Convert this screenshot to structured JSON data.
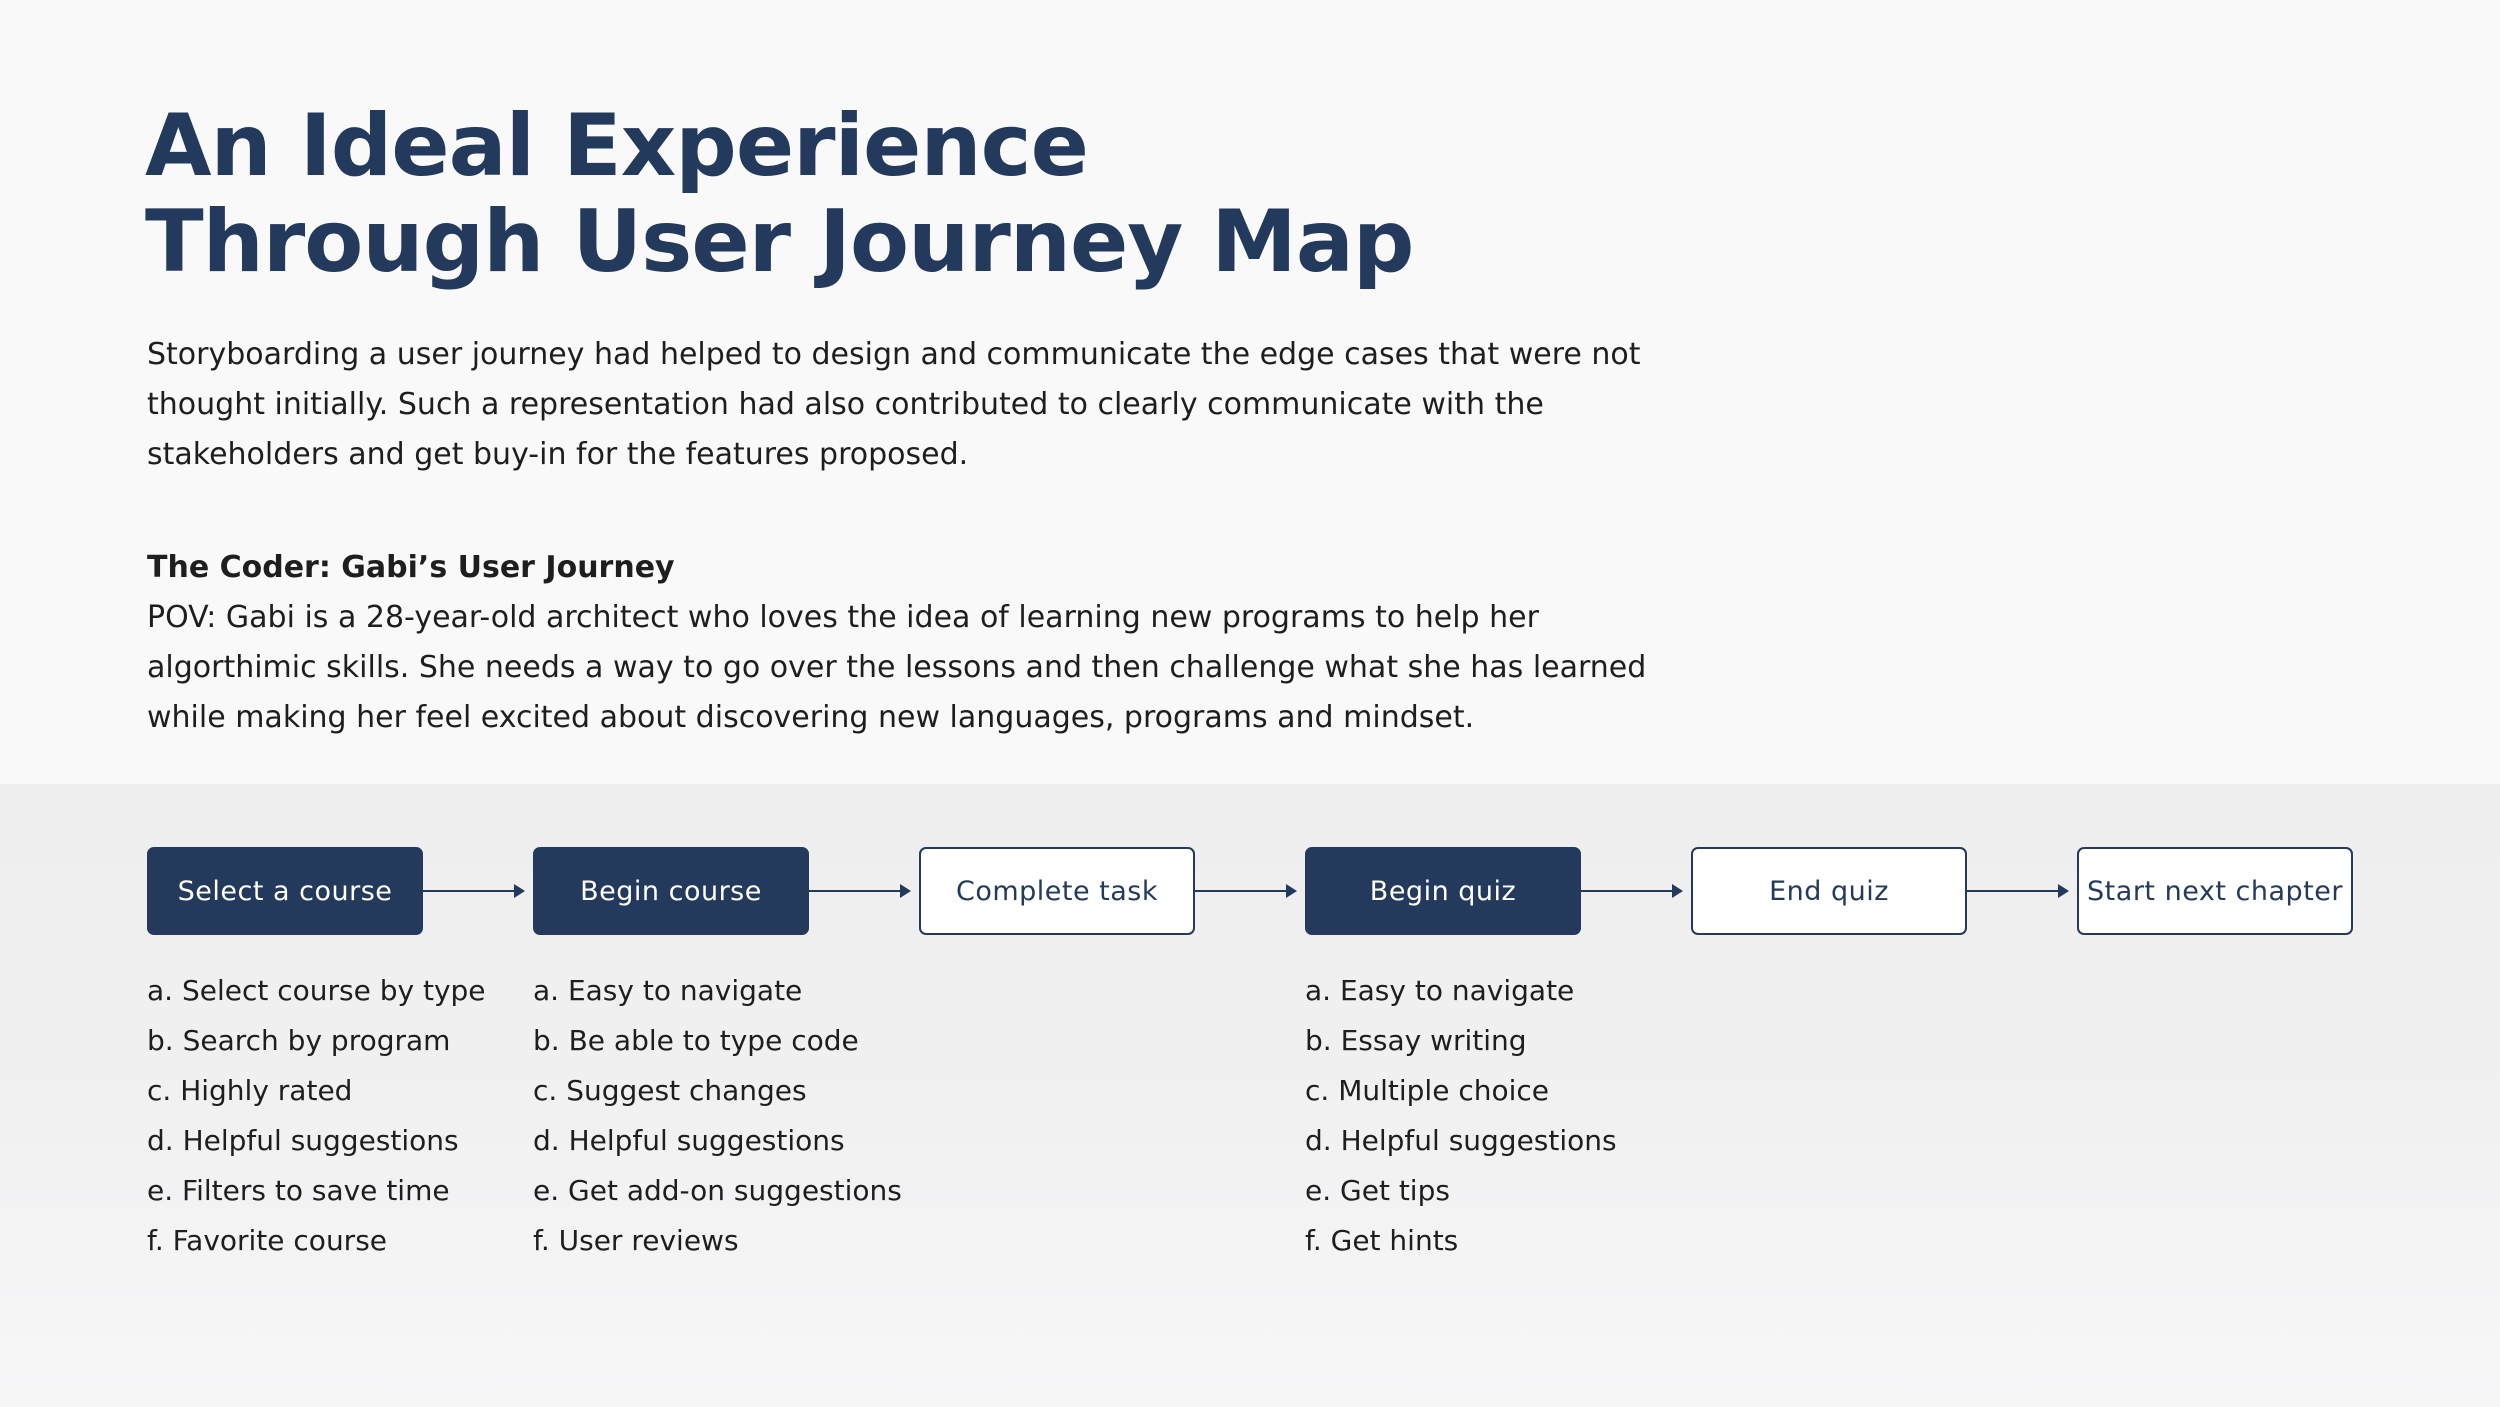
{
  "header": {
    "title_line1": "An Ideal Experience",
    "title_line2": "Through User Journey Map",
    "intro": "Storyboarding a user journey had helped to design and communicate the edge cases that were not thought initially. Such a representation had also contributed to clearly communicate with the stakeholders and get buy-in for the features proposed."
  },
  "persona": {
    "title": "The Coder: Gabi’s User Journey",
    "pov": "POV: Gabi is a 28-year-old architect who loves the idea of learning new programs to help her algorthimic skills. She needs a way to go over the lessons and then challenge what she has learned while making her feel excited about discovering new languages, programs and mindset."
  },
  "journey": {
    "colors": {
      "primary": "#233a5c",
      "step_text_light": "#ffffff",
      "body_text": "#1e1e1e"
    },
    "steps": [
      {
        "label": "Select a course",
        "style": "filled"
      },
      {
        "label": "Begin course",
        "style": "filled"
      },
      {
        "label": "Complete task",
        "style": "outline"
      },
      {
        "label": "Begin quiz",
        "style": "filled"
      },
      {
        "label": "End quiz",
        "style": "outline"
      },
      {
        "label": "Start next chapter",
        "style": "outline"
      }
    ],
    "details": {
      "select_course": [
        "a. Select course by type",
        "b. Search by program",
        "c. Highly rated",
        "d. Helpful suggestions",
        "e. Filters to save time",
        "f. Favorite course"
      ],
      "begin_course": [
        "a. Easy to navigate",
        "b. Be able to type code",
        "c. Suggest changes",
        "d. Helpful suggestions",
        "e. Get add-on suggestions",
        "f. User reviews"
      ],
      "begin_quiz": [
        "a. Easy to navigate",
        "b. Essay writing",
        "c. Multiple choice",
        "d. Helpful suggestions",
        "e. Get tips",
        "f. Get hints"
      ]
    }
  }
}
